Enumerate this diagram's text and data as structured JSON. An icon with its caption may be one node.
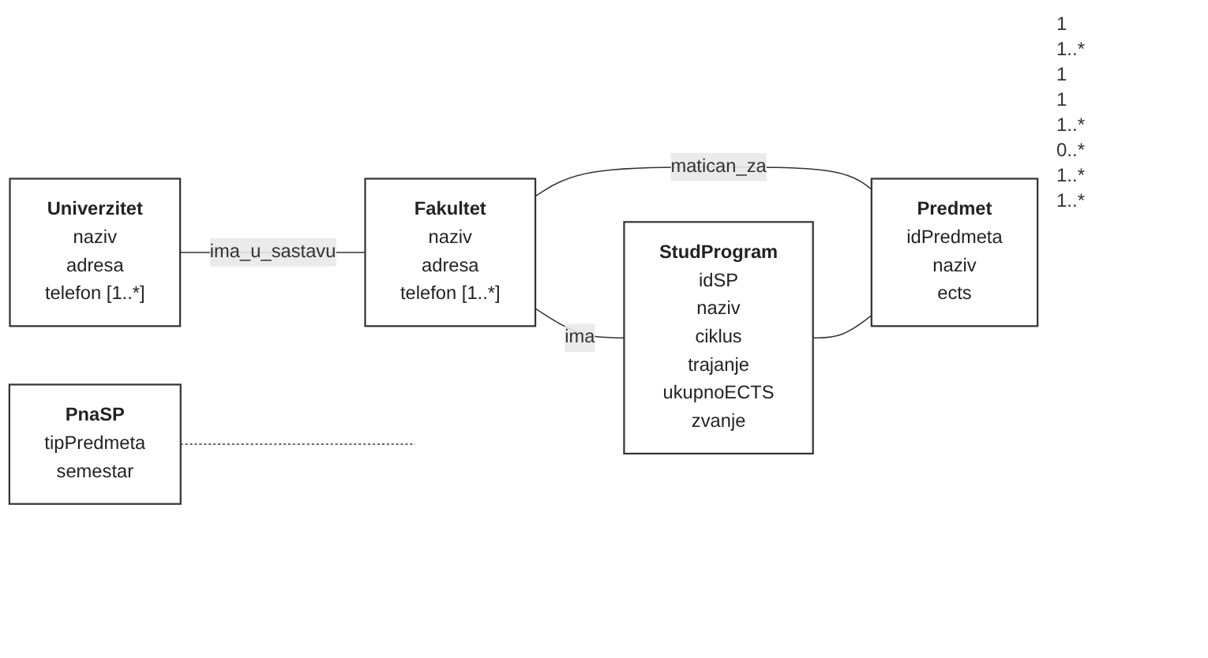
{
  "diagram": {
    "nodes": [
      {
        "text": [
          "Univerzitet",
          "naziv",
          "adresa",
          "telefon [1..*]"
        ]
      },
      {
        "text": [
          "Fakultet",
          "naziv",
          "adresa",
          "telefon [1..*]"
        ]
      },
      {
        "text": [
          "StudProgram",
          "idSP",
          "naziv",
          "ciklus",
          "trajanje",
          "ukupnoECTS",
          "zvanje"
        ]
      },
      {
        "text": [
          "PnaSP",
          "tipPredmeta",
          "semestar"
        ]
      },
      {
        "text": [
          "Predmet",
          "idPredmeta",
          "naziv",
          "ects"
        ]
      }
    ],
    "edges": [
      {
        "from": 0,
        "to": 1,
        "arrow": "none",
        "label": "ima_u_sastavu"
      },
      {
        "from": 1,
        "to": 4,
        "arrow": "none",
        "label": "matican_za"
      },
      {
        "from": 1,
        "to": 2,
        "arrow": "none",
        "label": "ima"
      },
      {
        "from": 2,
        "to": 4,
        "arrow": "none"
      },
      {
        "from": 3,
        "to": null,
        "arrow": "none",
        "style": "dashed"
      }
    ],
    "labels": [
      "1",
      "1..*",
      "1",
      "1",
      "1..*",
      "0..*",
      "1..*",
      "1..*"
    ]
  }
}
